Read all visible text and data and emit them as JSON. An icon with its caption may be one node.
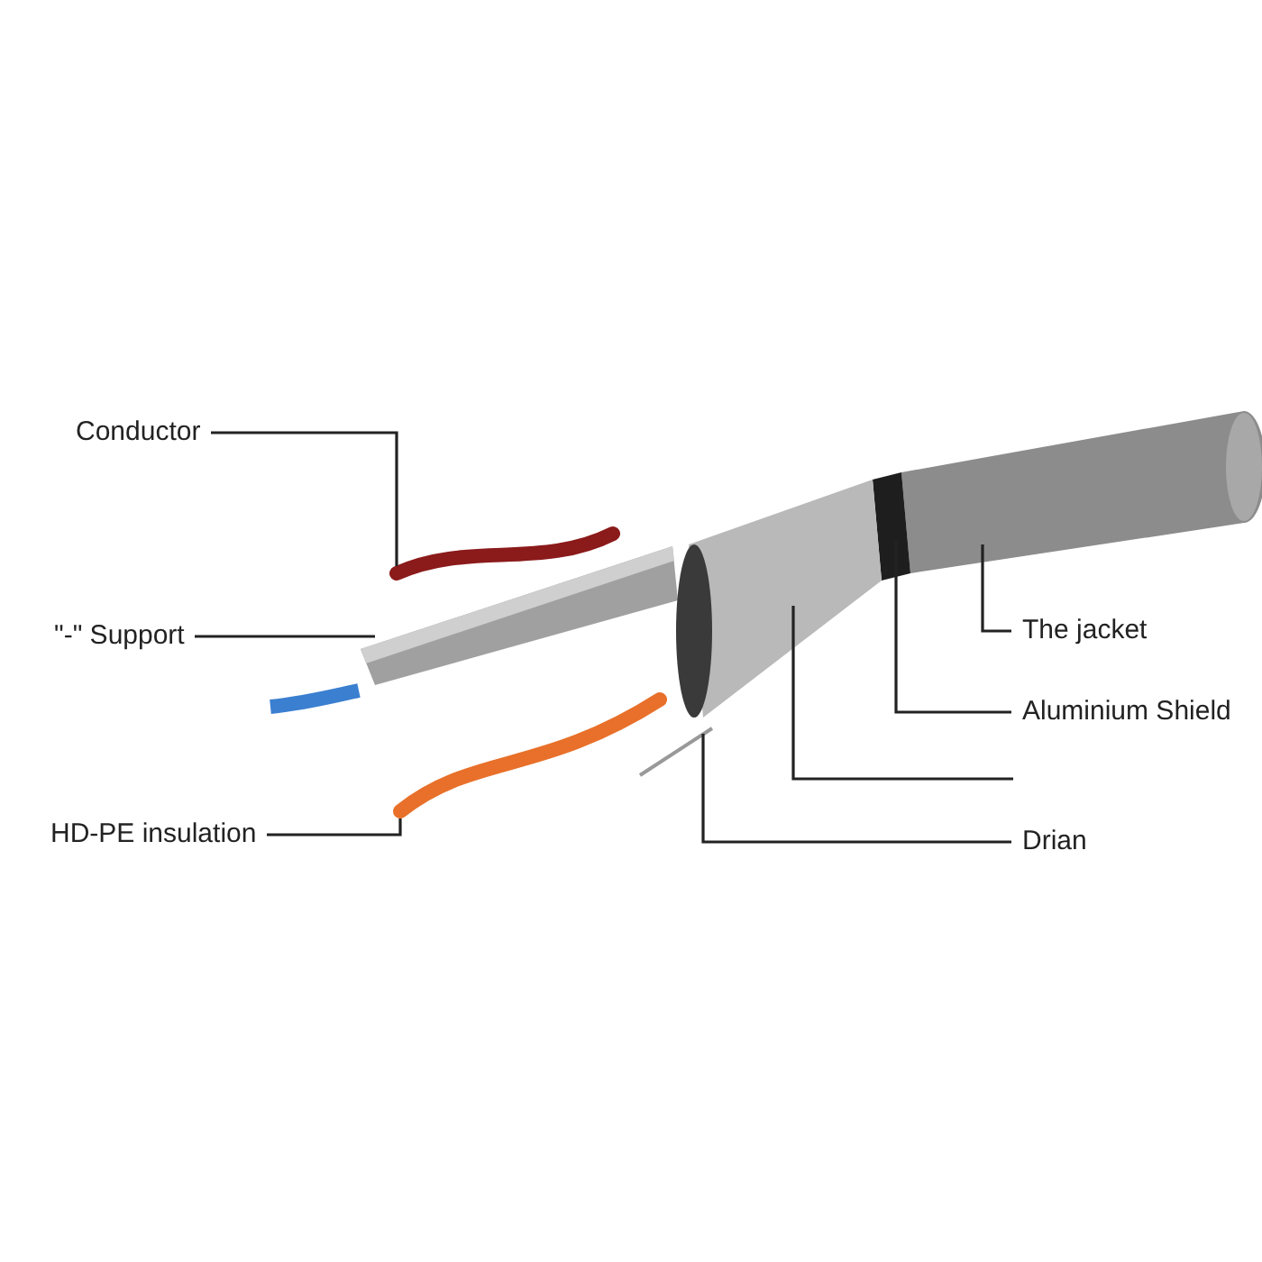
{
  "diagram": {
    "nodes": [
      {
        "text": [
          "Conductor"
        ]
      },
      {
        "text": [
          "\"-\" Support"
        ]
      },
      {
        "text": [
          "HD-PE insulation"
        ]
      },
      {
        "text": [
          "The jacket"
        ]
      },
      {
        "text": [
          "Aluminium Shield"
        ]
      },
      {
        "text": [
          "Drian"
        ]
      },
      {
        "text": [],
        "shape": "picture"
      },
      {
        "text": [],
        "shape": "picture"
      },
      {
        "text": [],
        "shape": "picture"
      },
      {
        "text": [],
        "shape": "picture"
      },
      {
        "text": [],
        "shape": "picture"
      },
      {
        "text": [],
        "shape": "picture"
      },
      {
        "text": [],
        "shape": "picture"
      }
    ],
    "edges": [
      {
        "from": 0,
        "to": 6,
        "arrow": "none"
      },
      {
        "from": 1,
        "to": 7,
        "arrow": "none"
      },
      {
        "from": 2,
        "to": 8,
        "arrow": "none"
      },
      {
        "from": 3,
        "to": 9,
        "arrow": "none"
      },
      {
        "from": 4,
        "to": 10,
        "arrow": "none"
      },
      {
        "from": null,
        "to": 11,
        "arrow": "none"
      },
      {
        "from": 5,
        "to": 12,
        "arrow": "none"
      }
    ]
  }
}
